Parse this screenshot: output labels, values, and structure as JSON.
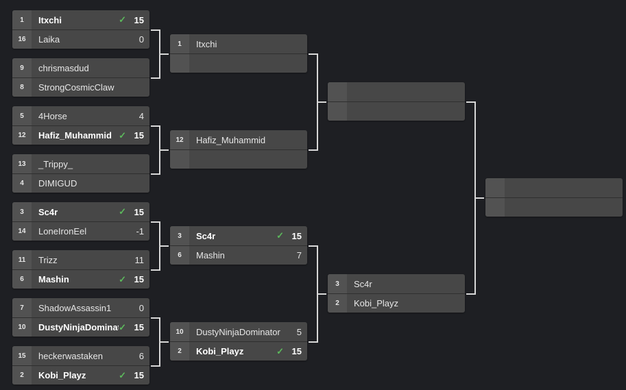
{
  "bracket": {
    "rounds": [
      {
        "matches": [
          {
            "slots": [
              {
                "seed": "1",
                "name": "Itxchi",
                "score": "15",
                "winner": true
              },
              {
                "seed": "16",
                "name": "Laika",
                "score": "0",
                "winner": false
              }
            ]
          },
          {
            "slots": [
              {
                "seed": "9",
                "name": "chrismasdud",
                "score": "",
                "winner": false
              },
              {
                "seed": "8",
                "name": "StrongCosmicClaw",
                "score": "",
                "winner": false
              }
            ]
          },
          {
            "slots": [
              {
                "seed": "5",
                "name": "4Horse",
                "score": "4",
                "winner": false
              },
              {
                "seed": "12",
                "name": "Hafiz_Muhammid",
                "score": "15",
                "winner": true
              }
            ]
          },
          {
            "slots": [
              {
                "seed": "13",
                "name": "_Trippy_",
                "score": "",
                "winner": false
              },
              {
                "seed": "4",
                "name": "DIMIGUD",
                "score": "",
                "winner": false
              }
            ]
          },
          {
            "slots": [
              {
                "seed": "3",
                "name": "Sc4r",
                "score": "15",
                "winner": true
              },
              {
                "seed": "14",
                "name": "LoneIronEel",
                "score": "-1",
                "winner": false
              }
            ]
          },
          {
            "slots": [
              {
                "seed": "11",
                "name": "Trizz",
                "score": "11",
                "winner": false
              },
              {
                "seed": "6",
                "name": "Mashin",
                "score": "15",
                "winner": true
              }
            ]
          },
          {
            "slots": [
              {
                "seed": "7",
                "name": "ShadowAssassin1",
                "score": "0",
                "winner": false
              },
              {
                "seed": "10",
                "name": "DustyNinjaDominator",
                "score": "15",
                "winner": true
              }
            ]
          },
          {
            "slots": [
              {
                "seed": "15",
                "name": "heckerwastaken",
                "score": "6",
                "winner": false
              },
              {
                "seed": "2",
                "name": "Kobi_Playz",
                "score": "15",
                "winner": true
              }
            ]
          }
        ]
      },
      {
        "matches": [
          {
            "slots": [
              {
                "seed": "1",
                "name": "Itxchi",
                "score": "",
                "winner": false
              },
              {
                "seed": "",
                "name": "",
                "score": "",
                "winner": false
              }
            ]
          },
          {
            "slots": [
              {
                "seed": "12",
                "name": "Hafiz_Muhammid",
                "score": "",
                "winner": false
              },
              {
                "seed": "",
                "name": "",
                "score": "",
                "winner": false
              }
            ]
          },
          {
            "slots": [
              {
                "seed": "3",
                "name": "Sc4r",
                "score": "15",
                "winner": true
              },
              {
                "seed": "6",
                "name": "Mashin",
                "score": "7",
                "winner": false
              }
            ]
          },
          {
            "slots": [
              {
                "seed": "10",
                "name": "DustyNinjaDominator",
                "score": "5",
                "winner": false
              },
              {
                "seed": "2",
                "name": "Kobi_Playz",
                "score": "15",
                "winner": true
              }
            ]
          }
        ]
      },
      {
        "matches": [
          {
            "slots": [
              {
                "seed": "",
                "name": "",
                "score": "",
                "winner": false
              },
              {
                "seed": "",
                "name": "",
                "score": "",
                "winner": false
              }
            ]
          },
          {
            "slots": [
              {
                "seed": "3",
                "name": "Sc4r",
                "score": "",
                "winner": false
              },
              {
                "seed": "2",
                "name": "Kobi_Playz",
                "score": "",
                "winner": false
              }
            ]
          }
        ]
      },
      {
        "matches": [
          {
            "slots": [
              {
                "seed": "",
                "name": "",
                "score": "",
                "winner": false
              },
              {
                "seed": "",
                "name": "",
                "score": "",
                "winner": false
              }
            ]
          }
        ]
      }
    ],
    "winner_icon": "check-icon",
    "colors": {
      "check": "#5cb85c",
      "background": "#1e1f23"
    }
  }
}
